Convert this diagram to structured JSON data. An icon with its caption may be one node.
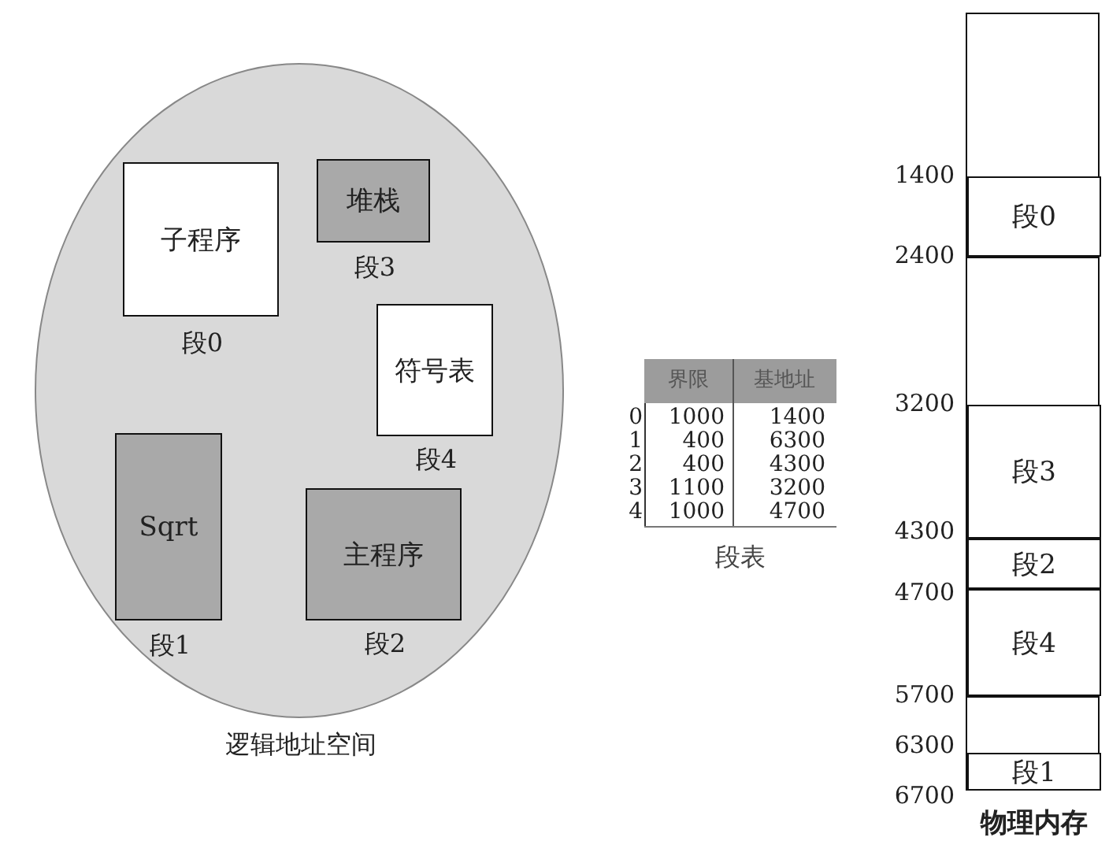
{
  "diagram": {
    "nodes": [
      {
        "text": [],
        "shape": "ellipse",
        "beside": [
          "逻辑地址空间"
        ]
      },
      {
        "text": [
          "子程序"
        ],
        "in": 0,
        "beside": [
          "段0"
        ]
      },
      {
        "text": [
          "堆栈"
        ],
        "in": 0,
        "beside": [
          "段3"
        ]
      },
      {
        "text": [
          "符号表"
        ],
        "in": 0,
        "beside": [
          "段4"
        ]
      },
      {
        "text": [
          "Sqrt"
        ],
        "in": 0,
        "beside": [
          "段1"
        ]
      },
      {
        "text": [
          "主程序"
        ],
        "in": 0,
        "beside": [
          "段2"
        ]
      },
      {
        "text": [],
        "shape": "box",
        "beside": [
          "物理内存"
        ]
      },
      {
        "text": [
          "段0"
        ],
        "in": 6
      },
      {
        "text": [
          "段3"
        ],
        "in": 6
      },
      {
        "text": [
          "段2"
        ],
        "in": 6
      },
      {
        "text": [
          "段4"
        ],
        "in": 6
      },
      {
        "text": [
          "段1"
        ],
        "in": 6
      }
    ],
    "labels": [
      "界限",
      "基地址",
      "0",
      "1000",
      "1400",
      "1",
      "400",
      "6300",
      "2",
      "400",
      "4300",
      "3",
      "1100",
      "3200",
      "4",
      "1000",
      "4700",
      "段表",
      "1400",
      "2400",
      "3200",
      "4300",
      "4700",
      "5700",
      "6300",
      "6700"
    ]
  }
}
